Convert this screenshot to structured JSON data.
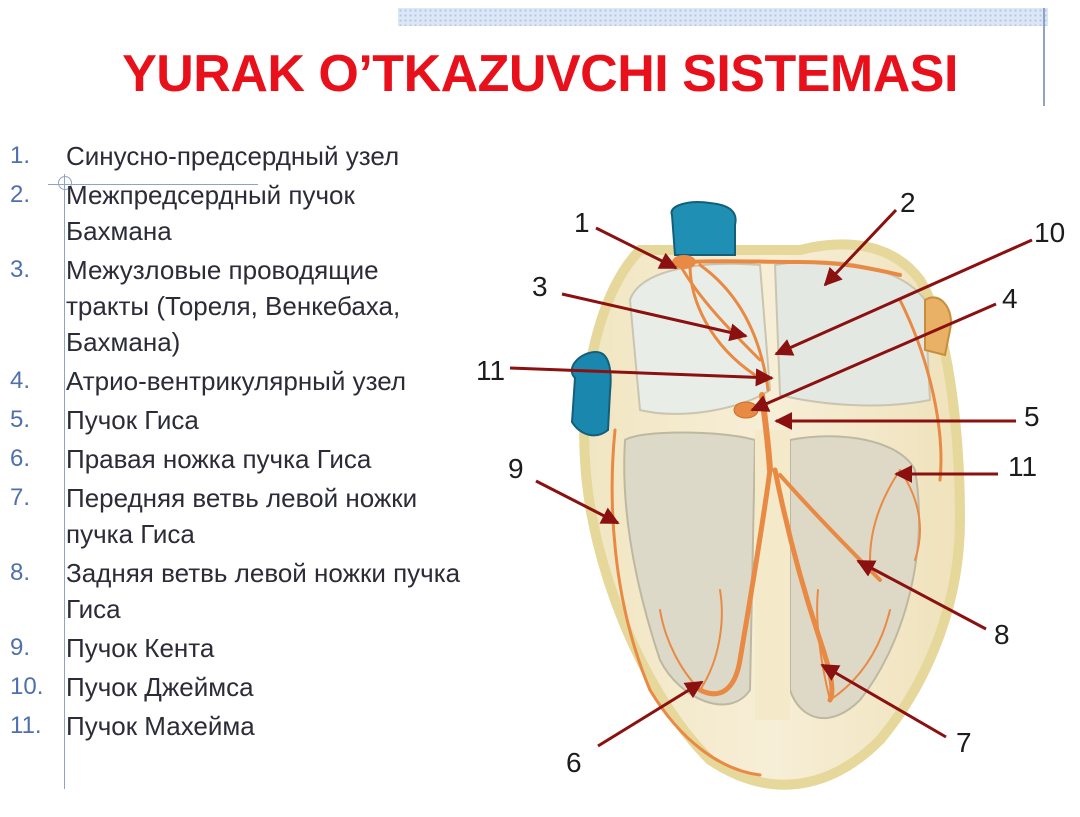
{
  "title": "YURAK O’TKAZUVCHI SISTEMASI",
  "colors": {
    "title": "#e8101a",
    "number": "#4f6fae",
    "text": "#2c2c38",
    "arrow": "#8b1010",
    "conduction": "#e98a44"
  },
  "legend": [
    {
      "num": "1.",
      "text": "Синусно-предсердный узел"
    },
    {
      "num": "2.",
      "text": "Межпредсердный пучок Бахмана"
    },
    {
      "num": "3.",
      "text": "Межузловые проводящие тракты (Тореля, Венкебаха, Бахмана)"
    },
    {
      "num": "4.",
      "text": "Атрио-вентрикулярный узел"
    },
    {
      "num": "5.",
      "text": "Пучок Гиса"
    },
    {
      "num": "6.",
      "text": "Правая ножка пучка Гиса"
    },
    {
      "num": "7.",
      "text": "Передняя ветвь левой ножки пучка Гиса"
    },
    {
      "num": "8.",
      "text": "Задняя ветвь левой ножки пучка Гиса"
    },
    {
      "num": "9.",
      "text": "Пучок Кента"
    },
    {
      "num": "10.",
      "text": "Пучок Джеймса"
    },
    {
      "num": "11.",
      "text": "Пучок Махейма"
    }
  ],
  "callouts": [
    "1",
    "2",
    "3",
    "4",
    "5",
    "6",
    "7",
    "8",
    "9",
    "10",
    "11",
    "11"
  ]
}
